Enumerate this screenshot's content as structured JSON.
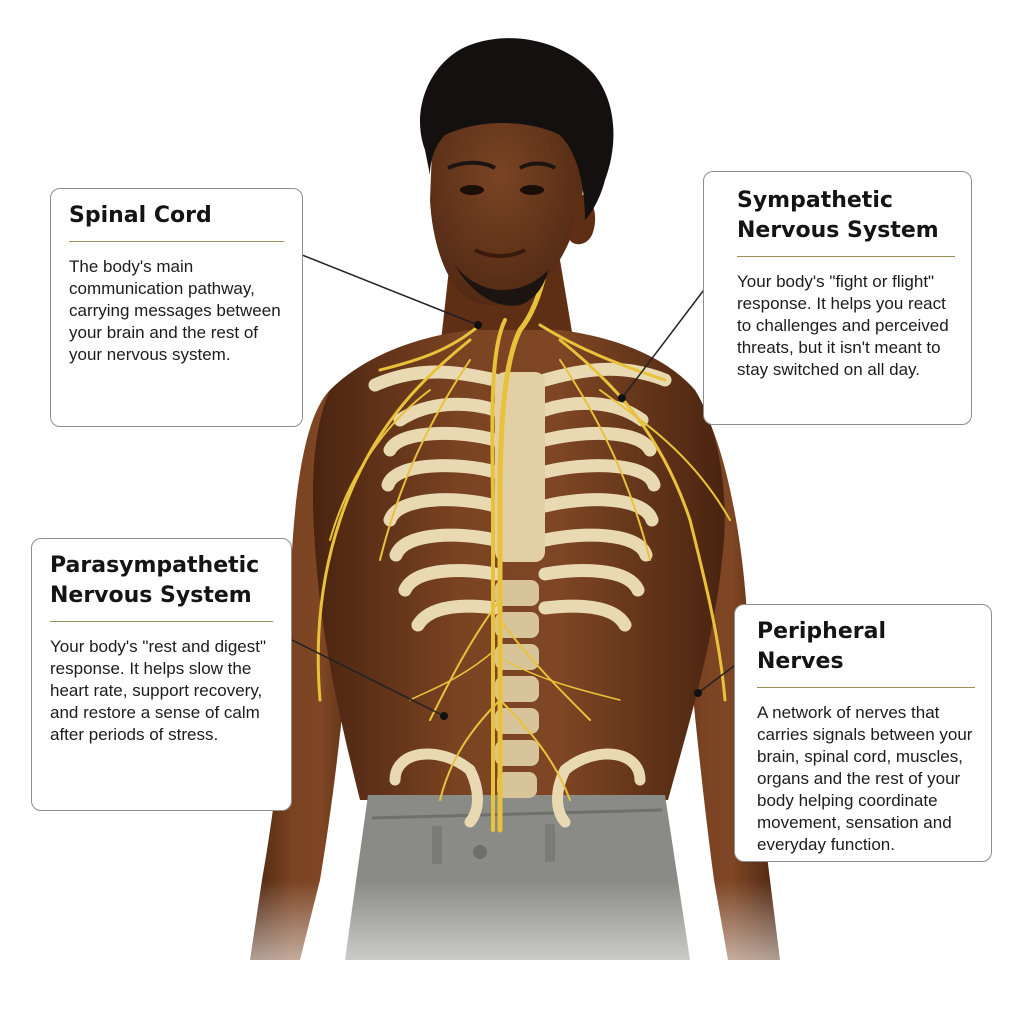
{
  "colors": {
    "background": "#ffffff",
    "skin": "#6e3a1c",
    "skin_shadow": "#4a2410",
    "hair": "#141010",
    "bone": "#e9d9b3",
    "nerve": "#e8c23a",
    "pants": "#8a8a86",
    "callout_border": "#8e8e8e",
    "callout_rule": "#9c8f5a",
    "leader_line": "#222222"
  },
  "callouts": {
    "spinal_cord": {
      "title": "Spinal Cord",
      "body": "The body's main communication pathway, carrying messages between your brain and the rest of your nervous system."
    },
    "sympathetic": {
      "title": "Sympathetic Nervous System",
      "body": "Your body's \"fight or flight\" response. It helps you react to challenges and perceived threats, but it isn't meant to stay switched on all day."
    },
    "parasympathetic": {
      "title": "Parasympathetic Nervous System",
      "body": "Your body's \"rest and digest\" response. It helps slow the heart rate, support recovery, and restore a sense of calm after periods of stress."
    },
    "peripheral": {
      "title": "Peripheral Nerves",
      "body": "A network of nerves that carries signals between your brain, spinal cord, muscles, organs and the rest of your body helping coordinate movement, sensation and everyday function."
    }
  }
}
